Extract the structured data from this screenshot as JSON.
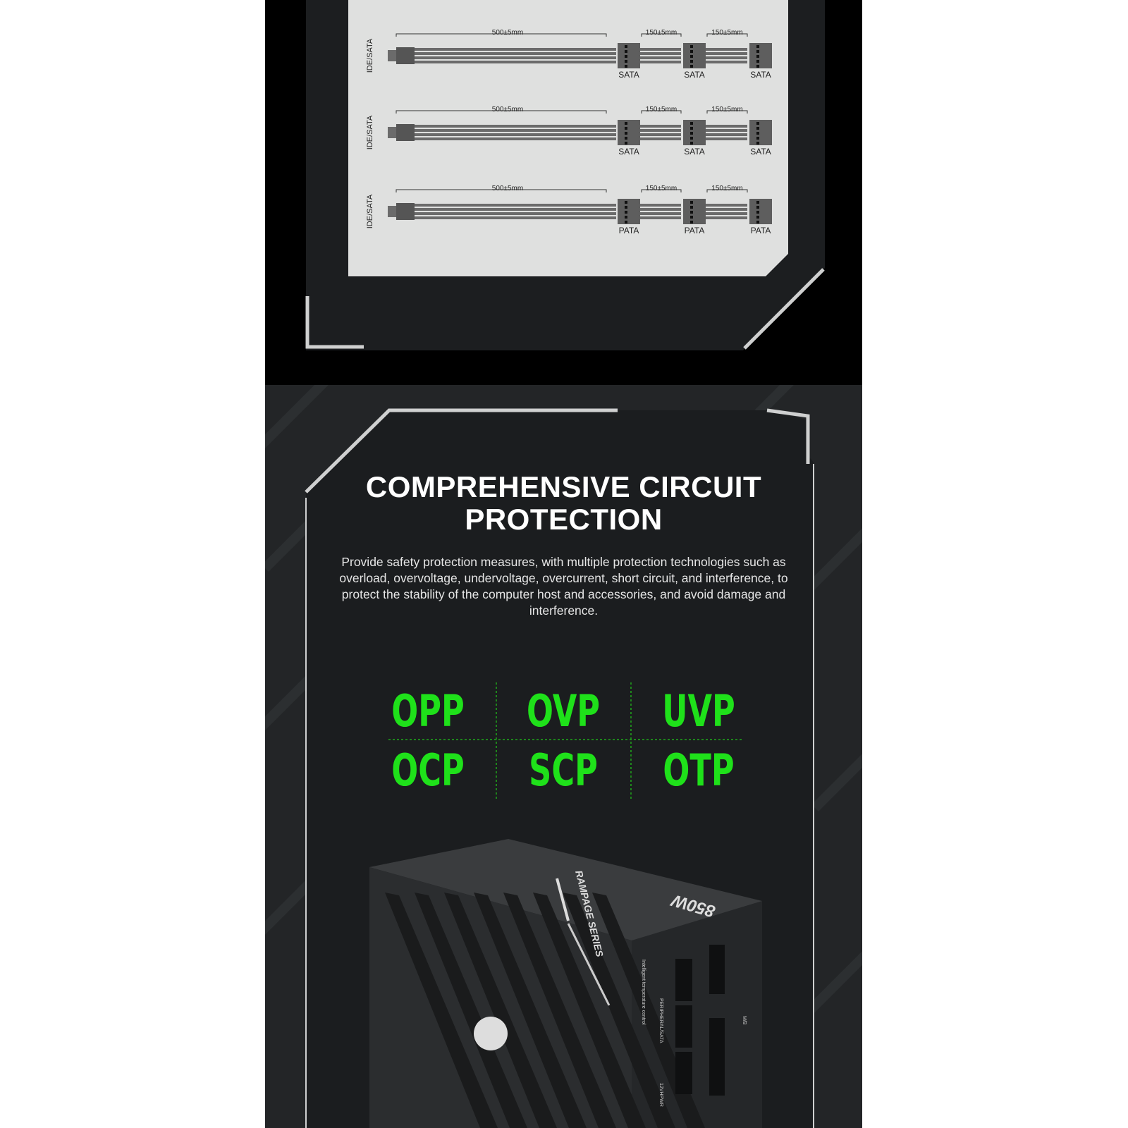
{
  "cable_diagram": {
    "rows": [
      {
        "label": "IDE/SATA",
        "main_length": "500±5mm",
        "segment_lengths": [
          "150±5mm",
          "150±5mm"
        ],
        "connectors": [
          "SATA",
          "SATA",
          "SATA"
        ]
      },
      {
        "label": "IDE/SATA",
        "main_length": "500±5mm",
        "segment_lengths": [
          "150±5mm",
          "150±5mm"
        ],
        "connectors": [
          "SATA",
          "SATA",
          "SATA"
        ]
      },
      {
        "label": "IDE/SATA",
        "main_length": "500±5mm",
        "segment_lengths": [
          "150±5mm",
          "150±5mm"
        ],
        "connectors": [
          "PATA",
          "PATA",
          "PATA"
        ]
      }
    ]
  },
  "protection": {
    "title": "COMPREHENSIVE CIRCUIT PROTECTION",
    "description": "Provide safety protection measures, with multiple protection technologies such as overload, overvoltage, undervoltage, overcurrent, short circuit, and interference, to protect the stability of the computer host and accessories, and avoid damage and interference.",
    "features": [
      "OPP",
      "OVP",
      "UVP",
      "OCP",
      "SCP",
      "OTP"
    ],
    "accent_color": "#1fe11a"
  },
  "product": {
    "series": "RAMPAGE SERIES",
    "wattage": "850W",
    "temp_label": "Intelligent temperature control",
    "port_labels": [
      "PERIPHERAL/SATA",
      "M/B",
      "12VHPWR"
    ]
  }
}
